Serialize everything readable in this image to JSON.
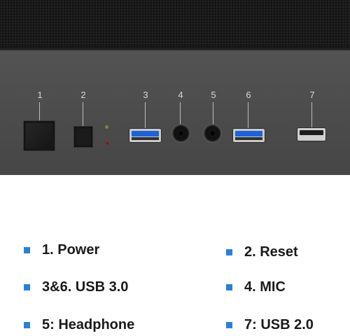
{
  "colors": {
    "bullet": "#2d7fd4",
    "panel": "#4d4d4d",
    "mesh": "#161616",
    "usb3_tongue": "#1d62d8"
  },
  "panel": {
    "ports": [
      {
        "number": "1",
        "kind": "power-button"
      },
      {
        "number": "2",
        "kind": "reset-button"
      },
      {
        "number": "3",
        "kind": "usb-3.0"
      },
      {
        "number": "4",
        "kind": "mic-jack"
      },
      {
        "number": "5",
        "kind": "headphone-jack"
      },
      {
        "number": "6",
        "kind": "usb-3.0"
      },
      {
        "number": "7",
        "kind": "usb-2.0"
      }
    ]
  },
  "legend": {
    "items": [
      {
        "label": "1. Power"
      },
      {
        "label": "2. Reset"
      },
      {
        "label": "3&6. USB 3.0"
      },
      {
        "label": "4. MIC"
      },
      {
        "label": "5: Headphone"
      },
      {
        "label": "7: USB 2.0"
      }
    ]
  }
}
